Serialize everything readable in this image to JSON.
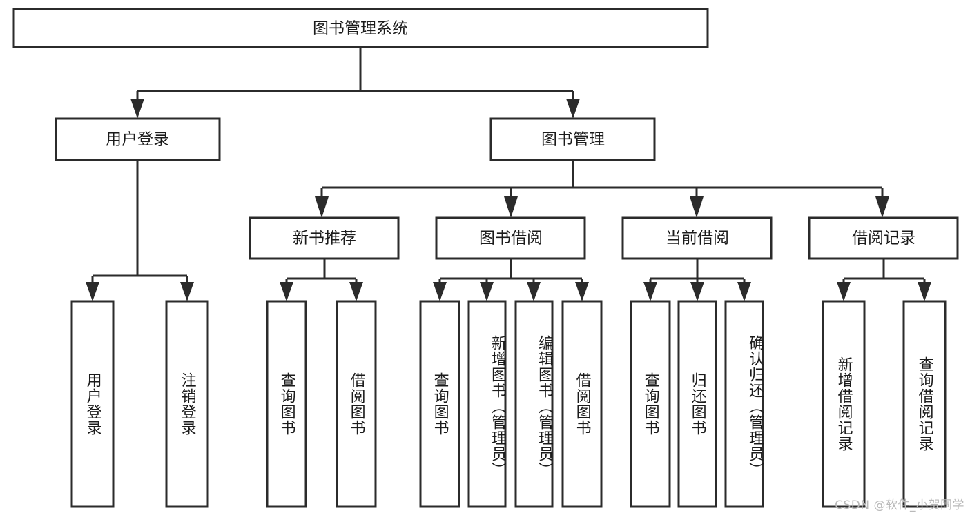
{
  "diagram": {
    "type": "tree-hierarchy",
    "orientation": "top-down",
    "title": "图书管理系统",
    "root": {
      "id": "root",
      "label": "图书管理系统"
    },
    "level2": [
      {
        "id": "user-login",
        "label": "用户登录"
      },
      {
        "id": "book-management",
        "label": "图书管理"
      }
    ],
    "level3": [
      {
        "id": "new-book-recommend",
        "label": "新书推荐",
        "parent": "book-management"
      },
      {
        "id": "book-borrow",
        "label": "图书借阅",
        "parent": "book-management"
      },
      {
        "id": "current-borrow",
        "label": "当前借阅",
        "parent": "book-management"
      },
      {
        "id": "borrow-record",
        "label": "借阅记录",
        "parent": "book-management"
      }
    ],
    "leaves": {
      "user-login": [
        {
          "id": "leaf-user-login",
          "label": "用户登录"
        },
        {
          "id": "leaf-logout-login",
          "label": "注销登录"
        }
      ],
      "new-book-recommend": [
        {
          "id": "leaf-query-book-1",
          "label": "查询图书"
        },
        {
          "id": "leaf-borrow-book-1",
          "label": "借阅图书"
        }
      ],
      "book-borrow": [
        {
          "id": "leaf-query-book-2",
          "label": "查询图书"
        },
        {
          "id": "leaf-add-book",
          "label": "新增图书（管理员）"
        },
        {
          "id": "leaf-edit-book",
          "label": "编辑图书（管理员）"
        },
        {
          "id": "leaf-borrow-book-2",
          "label": "借阅图书"
        }
      ],
      "current-borrow": [
        {
          "id": "leaf-query-book-3",
          "label": "查询图书"
        },
        {
          "id": "leaf-return-book",
          "label": "归还图书"
        },
        {
          "id": "leaf-confirm-return",
          "label": "确认归还（管理员）"
        }
      ],
      "borrow-record": [
        {
          "id": "leaf-add-record",
          "label": "新增借阅记录"
        },
        {
          "id": "leaf-query-record",
          "label": "查询借阅记录"
        }
      ]
    },
    "colors": {
      "stroke": "#2b2b2b",
      "fill": "#ffffff",
      "text": "#1b1b1b",
      "watermark": "#b9b9b9",
      "background": "#ffffff"
    }
  },
  "watermark": {
    "text": "CSDN @软件_小贺同学"
  }
}
